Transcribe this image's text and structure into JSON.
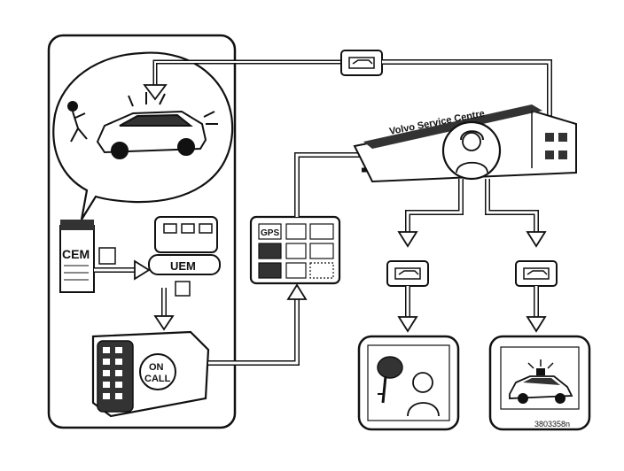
{
  "labels": {
    "cem": "CEM",
    "uem": "UEM",
    "on_call_1": "ON",
    "on_call_2": "CALL",
    "service_centre": "Volvo Service Centre",
    "gps": "GPS",
    "figure_id": "3803358n"
  },
  "icons": {
    "car_thief": "thief-running-icon",
    "car": "alarm-car-icon",
    "key_in_car": "key-car-icon",
    "operator": "call-centre-operator-icon",
    "police_car": "police-car-icon",
    "owner_phone": "owner-phone-icon"
  },
  "colors": {
    "line": "#111111",
    "background": "#ffffff"
  }
}
